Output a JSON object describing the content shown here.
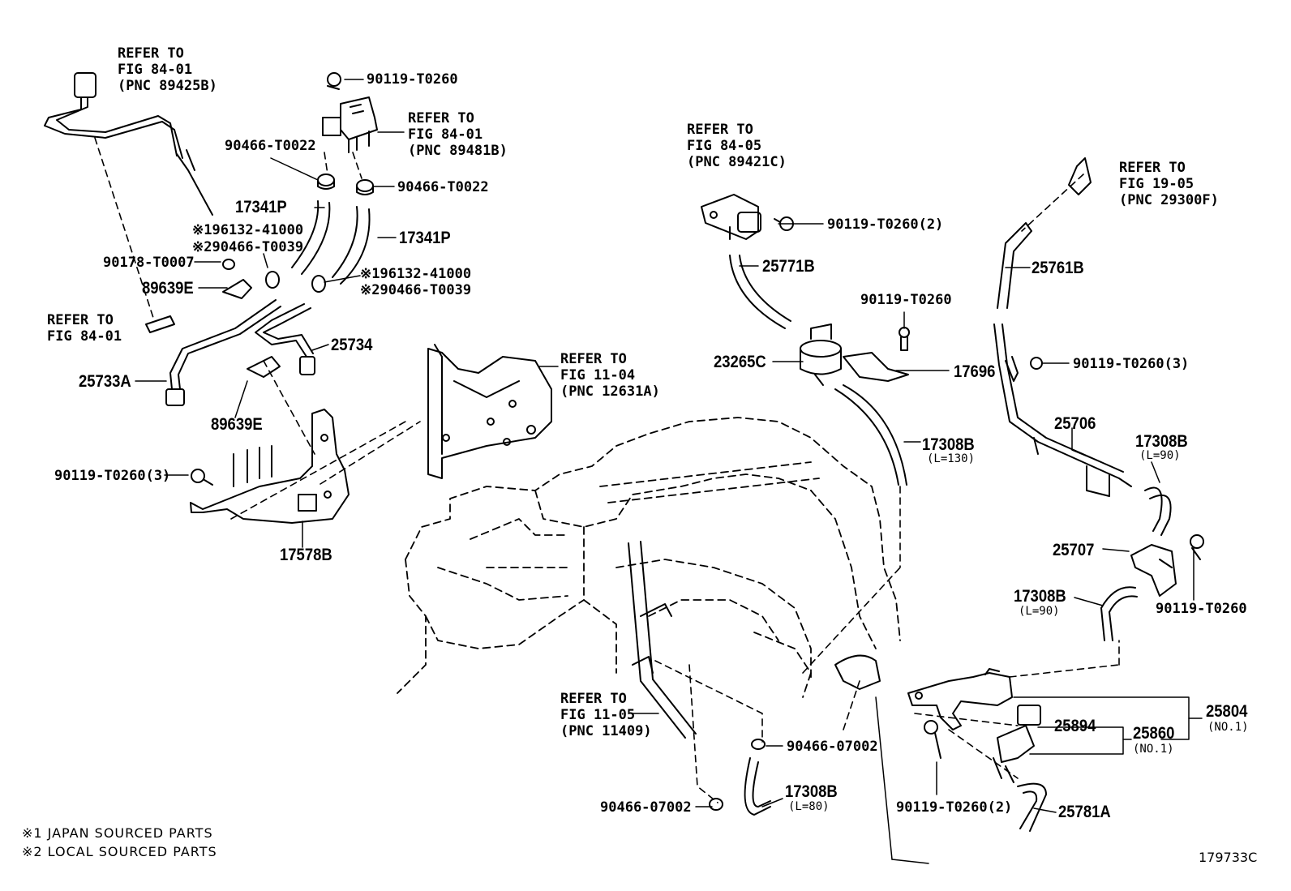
{
  "refers": {
    "r1": {
      "line1": "REFER TO",
      "line2": "FIG 84-01",
      "line3": "(PNC 89425B)"
    },
    "r2": {
      "line1": "REFER TO",
      "line2": "FIG 84-01",
      "line3": "(PNC 89481B)"
    },
    "r3": {
      "line1": "REFER TO",
      "line2": "FIG 84-05",
      "line3": "(PNC 89421C)"
    },
    "r4": {
      "line1": "REFER TO",
      "line2": "FIG 19-05",
      "line3": "(PNC 29300F)"
    },
    "r5": {
      "line1": "REFER TO",
      "line2": "FIG 84-01"
    },
    "r6": {
      "line1": "REFER TO",
      "line2": "FIG 11-04",
      "line3": "(PNC 12631A)"
    },
    "r7": {
      "line1": "REFER TO",
      "line2": "FIG 11-05",
      "line3": "(PNC 11409)"
    }
  },
  "parts": {
    "p_90119_T0260_a": "90119-T0260",
    "p_90466_T0022_a": "90466-T0022",
    "p_90466_T0022_b": "90466-T0022",
    "p_17341P_a": "17341P",
    "p_17341P_b": "17341P",
    "p_196132_a": "※196132-41000",
    "p_290466_a": "※290466-T0039",
    "p_196132_b": "※196132-41000",
    "p_290466_b": "※290466-T0039",
    "p_90178": "90178-T0007",
    "p_89639E_a": "89639E",
    "p_89639E_b": "89639E",
    "p_25734": "25734",
    "p_25733A": "25733A",
    "p_90119_T0260_3a": "90119-T0260(3)",
    "p_17578B": "17578B",
    "p_90119_T0260_2a": "90119-T0260(2)",
    "p_25771B": "25771B",
    "p_90119_T0260_b": "90119-T0260",
    "p_23265C": "23265C",
    "p_17696": "17696",
    "p_17308B_a": "17308B",
    "p_L130": "(L=130)",
    "p_25761B": "25761B",
    "p_90119_T0260_3b": "90119-T0260(3)",
    "p_25706": "25706",
    "p_17308B_b": "17308B",
    "p_L90_a": "(L=90)",
    "p_25707": "25707",
    "p_17308B_c": "17308B",
    "p_L90_b": "(L=90)",
    "p_90119_T0260_c": "90119-T0260",
    "p_25804": "25804",
    "p_NO1_a": "(NO.1)",
    "p_25894": "25894",
    "p_25860": "25860",
    "p_NO1_b": "(NO.1)",
    "p_90466_07002_a": "90466-07002",
    "p_90466_07002_b": "90466-07002",
    "p_17308B_d": "17308B",
    "p_L80": "(L=80)",
    "p_90119_T0260_2b": "90119-T0260(2)",
    "p_25781A": "25781A"
  },
  "notes": {
    "n1": "※1 JAPAN SOURCED PARTS",
    "n2": "※2 LOCAL SOURCED PARTS"
  },
  "figure_id": "179733C"
}
